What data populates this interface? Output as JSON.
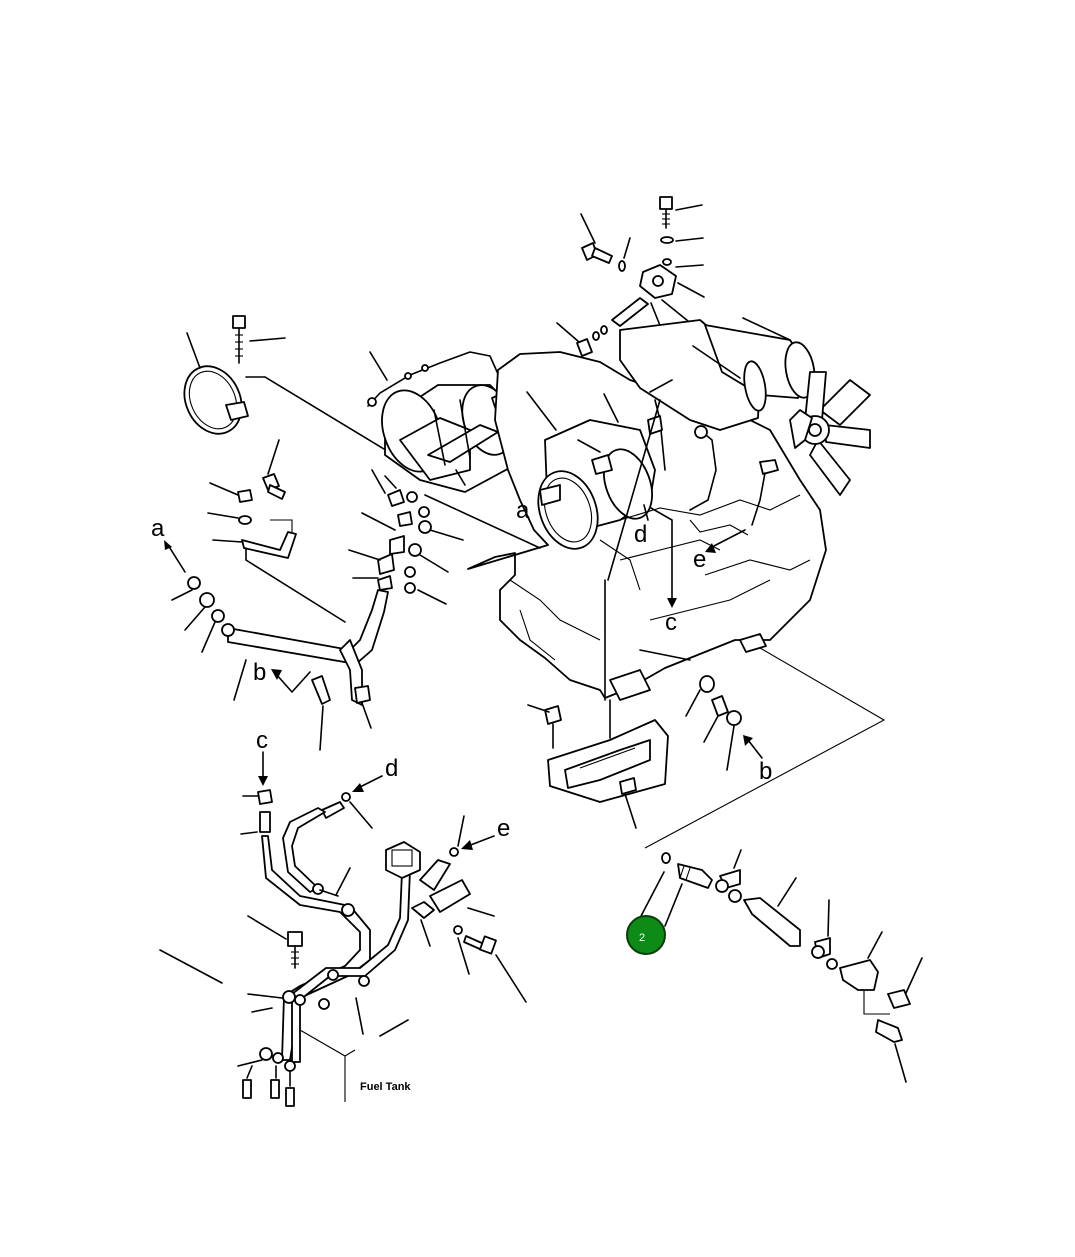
{
  "labels": {
    "a_left": "a",
    "a_center": "a",
    "b_left": "b",
    "b_right": "b",
    "c_lower": "c",
    "c_engine": "c",
    "d_lower": "d",
    "d_engine": "d",
    "e_lower": "e",
    "e_engine": "e",
    "fuel_tank": "Fuel Tank"
  },
  "marker": {
    "number": "2",
    "color": "#0e8a16"
  }
}
